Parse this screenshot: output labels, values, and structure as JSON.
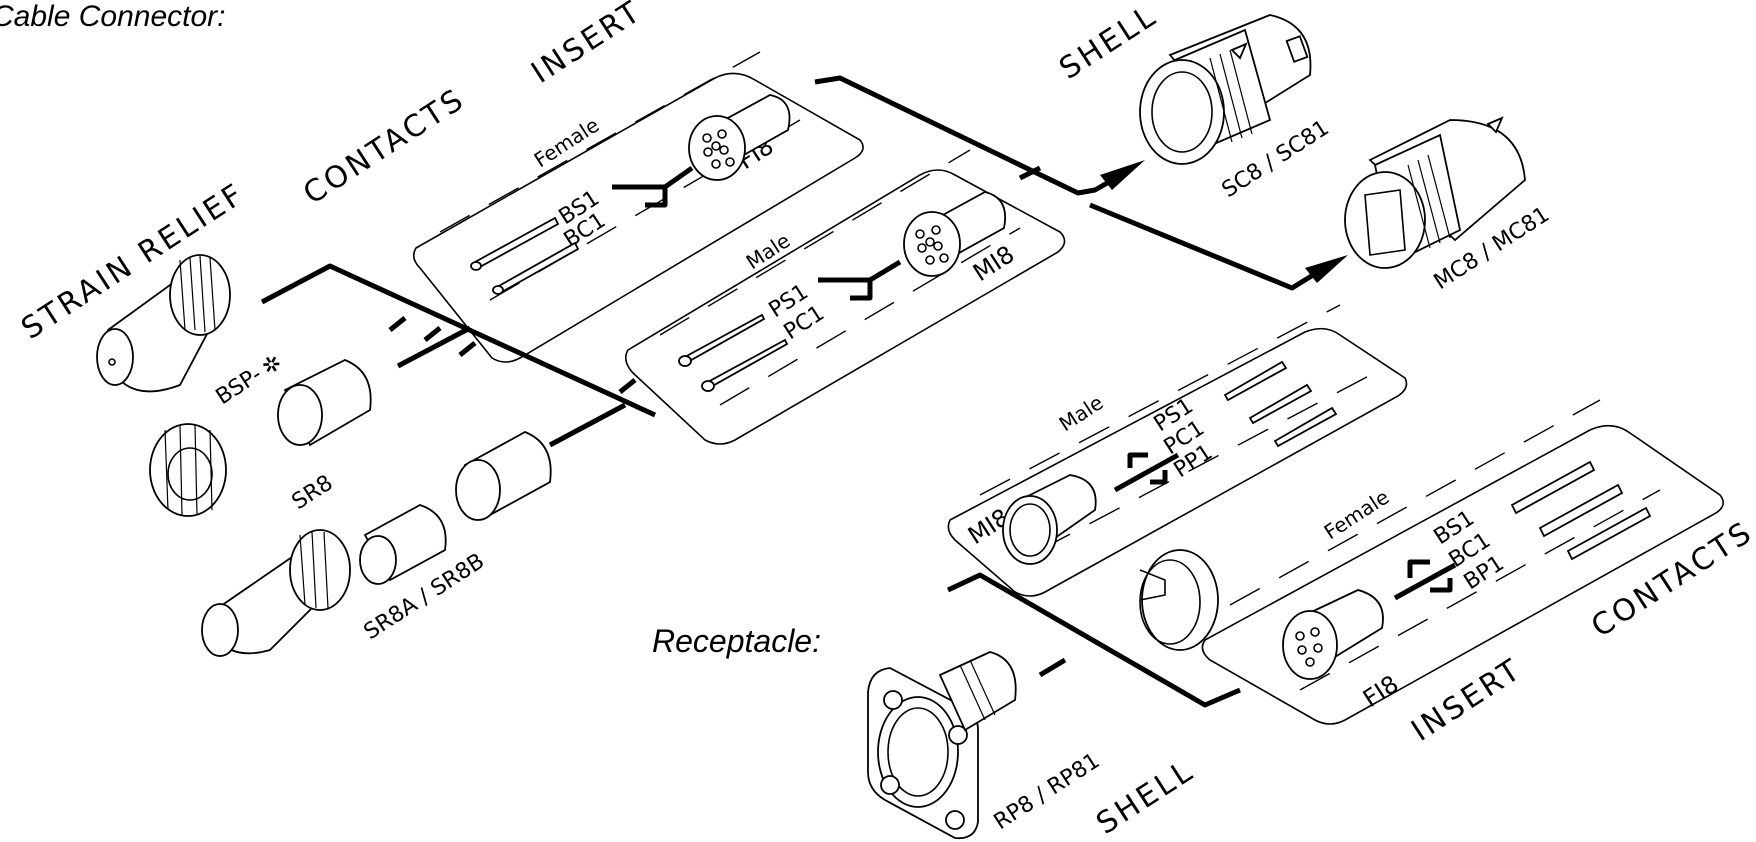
{
  "titles": {
    "cable_connector": "Cable Connector:",
    "receptacle": "Receptacle:"
  },
  "cable_connector": {
    "categories": {
      "strain_relief": "STRAIN RELIEF",
      "contacts": "CONTACTS",
      "insert": "INSERT",
      "shell": "SHELL"
    },
    "female": {
      "label": "Female",
      "contacts": "BS1",
      "contacts2": "BC1",
      "insert": "FI8"
    },
    "male": {
      "label": "Male",
      "contacts": "PS1",
      "contacts2": "PC1",
      "insert": "MI8"
    },
    "shells": {
      "female_shell": "SC8 / SC81",
      "male_shell": "MC8 / MC81"
    },
    "strain_reliefs": {
      "bsp": "BSP-",
      "bsp_mark": "✲",
      "sr8": "SR8",
      "sr8ab": "SR8A / SR8B"
    }
  },
  "receptacle": {
    "categories": {
      "insert": "INSERT",
      "contacts": "CONTACTS",
      "shell": "SHELL"
    },
    "male": {
      "label": "Male",
      "insert": "MI8",
      "contacts": "PS1",
      "contacts2": "PC1",
      "contacts3": "PP1"
    },
    "female": {
      "label": "Female",
      "insert": "FI8",
      "contacts": "BS1",
      "contacts2": "BC1",
      "contacts3": "BP1"
    },
    "shell": "RP8 / RP81"
  }
}
